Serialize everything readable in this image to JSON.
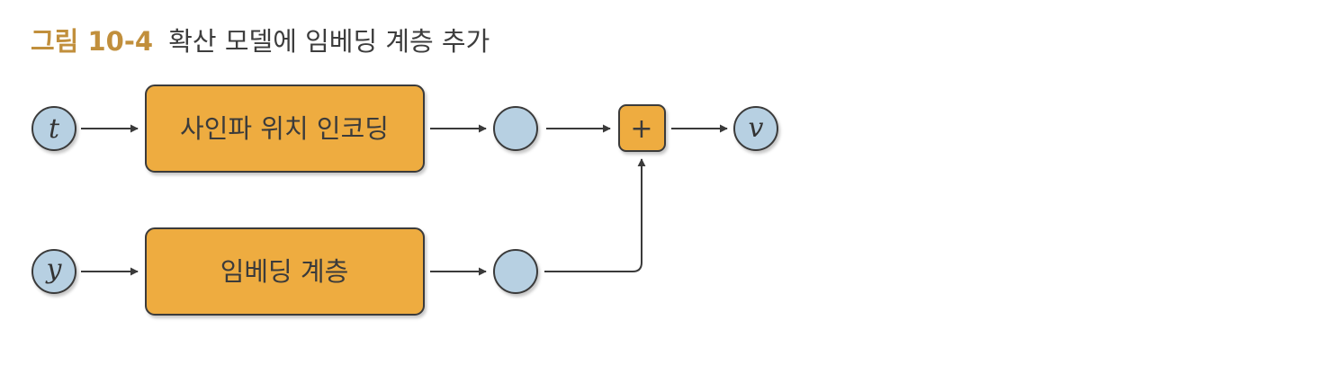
{
  "caption": {
    "label": "그림 10-4",
    "title": "확산 모델에 임베딩 계층 추가"
  },
  "nodes": {
    "t_input": "t",
    "y_input": "y",
    "sinusoidal_box": "사인파 위치 인코딩",
    "embedding_box": "임베딩 계층",
    "add_op": "+",
    "v_output": "v"
  },
  "colors": {
    "box_fill": "#eeac3f",
    "circle_fill": "#b7d0e2",
    "caption_accent": "#c18f3c",
    "stroke": "#3a3a3a"
  }
}
